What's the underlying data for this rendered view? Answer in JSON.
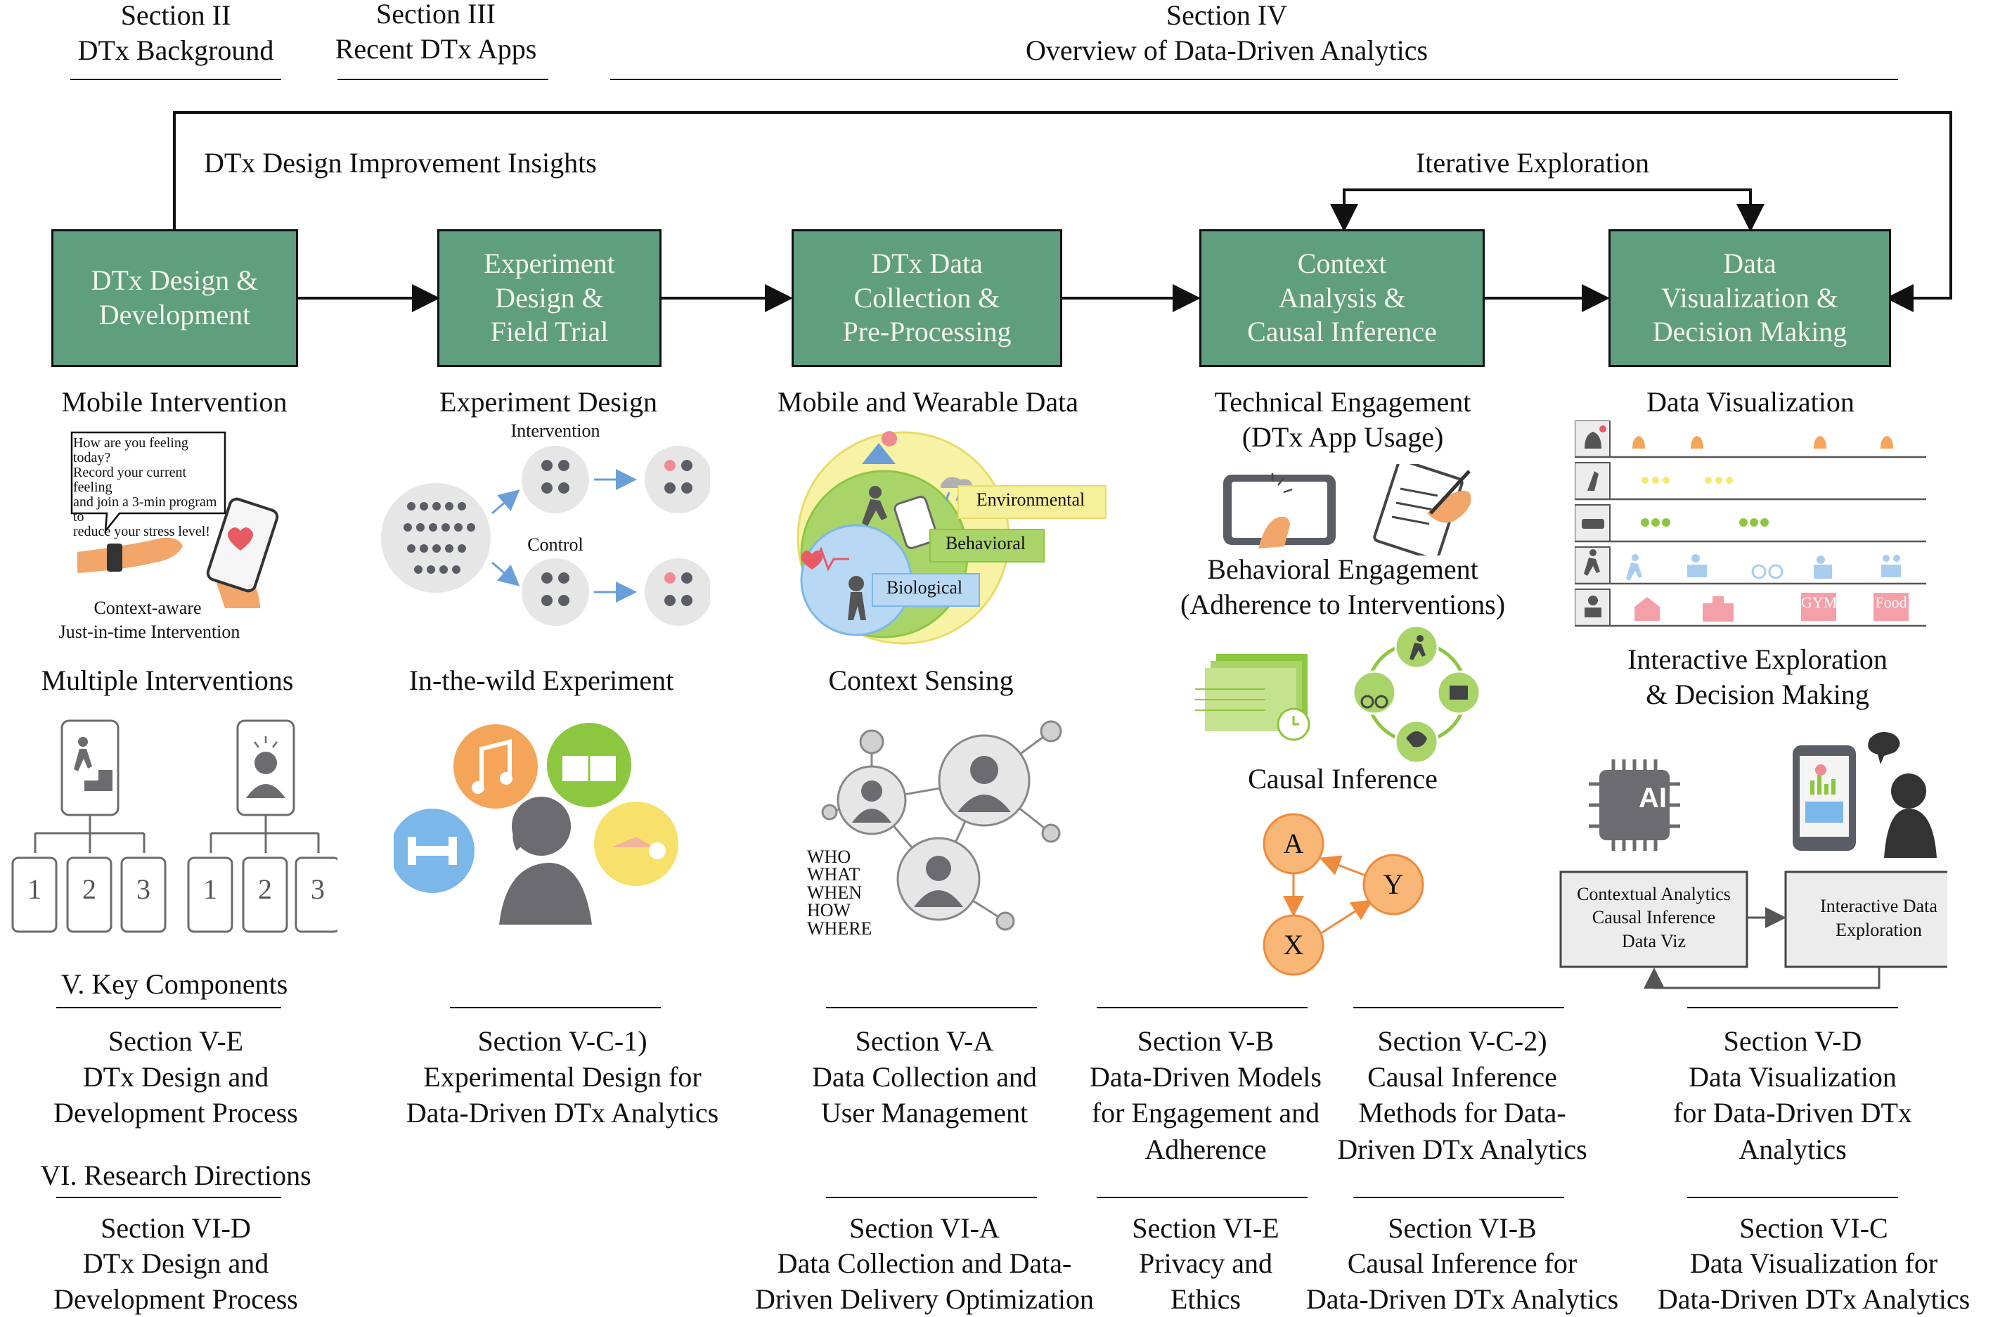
{
  "top_sections": [
    {
      "line1": "Section II",
      "line2": "DTx Background"
    },
    {
      "line1": "Section III",
      "line2": "Recent DTx Apps"
    },
    {
      "line1": "Section IV",
      "line2": "Overview of Data-Driven Analytics"
    }
  ],
  "loop_labels": {
    "design_insights": "DTx Design Improvement Insights",
    "iterative": "Iterative Exploration"
  },
  "stages": [
    {
      "lines": [
        "DTx Design &",
        "Development"
      ]
    },
    {
      "lines": [
        "Experiment",
        "Design &",
        "Field Trial"
      ]
    },
    {
      "lines": [
        "DTx Data",
        "Collection &",
        "Pre-Processing"
      ]
    },
    {
      "lines": [
        "Context",
        "Analysis &",
        "Causal Inference"
      ]
    },
    {
      "lines": [
        "Data",
        "Visualization &",
        "Decision Making"
      ]
    }
  ],
  "col1": {
    "mobile_intervention": "Mobile Intervention",
    "bubble": [
      "How are you feeling today?",
      "Record your current feeling",
      "and join a 3-min program to",
      "reduce your stress level!"
    ],
    "caption1": "Context-aware",
    "caption2": "Just-in-time Intervention",
    "multiple_interventions": "Multiple Interventions",
    "option_numbers": [
      "1",
      "2",
      "3"
    ]
  },
  "col2": {
    "experiment_design": "Experiment Design",
    "intervention": "Intervention",
    "control": "Control",
    "in_the_wild": "In-the-wild Experiment"
  },
  "col3": {
    "mobile_wearable": "Mobile and Wearable Data",
    "environmental": "Environmental",
    "behavioral": "Behavioral",
    "biological": "Biological",
    "context_sensing": "Context Sensing",
    "w_questions": [
      "WHO",
      "WHAT",
      "WHEN",
      "HOW",
      "WHERE"
    ]
  },
  "col4": {
    "tech_engagement": [
      "Technical Engagement",
      "(DTx App Usage)"
    ],
    "behav_engagement": [
      "Behavioral Engagement",
      "(Adherence to Interventions)"
    ],
    "causal_inference": "Causal Inference",
    "nodes": {
      "a": "A",
      "x": "X",
      "y": "Y"
    }
  },
  "col5": {
    "data_viz": "Data Visualization",
    "gym": "GYM",
    "food": "Food",
    "interactive": [
      "Interactive Exploration",
      "& Decision Making"
    ],
    "ai": "AI",
    "contextual_box": [
      "Contextual Analytics",
      "Causal Inference",
      "Data Viz"
    ],
    "interactive_box": [
      "Interactive Data",
      "Exploration"
    ]
  },
  "key_components": "V. Key Components",
  "research_directions": "VI. Research Directions",
  "row_v": [
    {
      "lines": [
        "Section V-E",
        "DTx Design and",
        "Development Process"
      ]
    },
    {
      "lines": [
        "Section V-C-1)",
        "Experimental Design for",
        "Data-Driven DTx Analytics"
      ]
    },
    {
      "lines": [
        "Section V-A",
        "Data Collection and",
        "User Management"
      ]
    },
    {
      "lines": [
        "Section V-B",
        "Data-Driven Models",
        "for Engagement and",
        "Adherence"
      ]
    },
    {
      "lines": [
        "Section V-C-2)",
        "Causal Inference",
        "Methods for Data-",
        "Driven DTx Analytics"
      ]
    },
    {
      "lines": [
        "Section V-D",
        "Data Visualization",
        "for Data-Driven DTx",
        "Analytics"
      ]
    }
  ],
  "row_vi": [
    {
      "lines": [
        "Section VI-D",
        "DTx Design and",
        "Development Process"
      ]
    },
    {
      "lines": [
        "Section VI-A",
        "Data Collection and Data-",
        "Driven Delivery Optimization"
      ]
    },
    {
      "lines": [
        "Section VI-E",
        "Privacy and",
        "Ethics"
      ]
    },
    {
      "lines": [
        "Section VI-B",
        "Causal Inference for",
        "Data-Driven DTx Analytics"
      ]
    },
    {
      "lines": [
        "Section VI-C",
        "Data Visualization for",
        "Data-Driven DTx Analytics"
      ]
    }
  ],
  "colors": {
    "stage_fill": "#5f9e7f",
    "accent_orange": "#f5a55a",
    "icon_gray": "#6b6b70",
    "viz_green": "#8dc63f"
  }
}
